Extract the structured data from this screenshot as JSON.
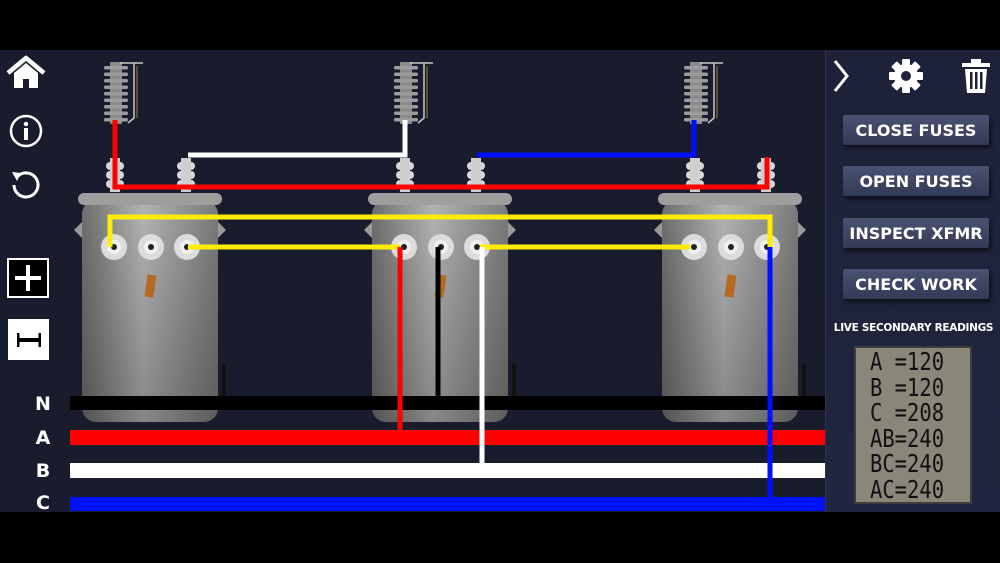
{
  "left_toolbar": {
    "icons": [
      "home-icon",
      "info-icon",
      "reset-icon",
      "zoom-in-icon",
      "zoom-out-icon"
    ]
  },
  "bus_labels": [
    "N",
    "A",
    "B",
    "C"
  ],
  "panel": {
    "icons": [
      "chevron-right-icon",
      "gear-icon",
      "trash-icon"
    ],
    "buttons": [
      "CLOSE FUSES",
      "OPEN FUSES",
      "INSPECT XFMR",
      "CHECK WORK"
    ],
    "readings_label": "LIVE SECONDARY READINGS",
    "readings": [
      "A =120",
      "B =120",
      "C =208",
      "AB=240",
      "BC=240",
      "AC=240"
    ]
  },
  "colors": {
    "bg": "#181c2d",
    "phase_a": "#ff0000",
    "phase_b": "#ffffff",
    "phase_c": "#0010ff",
    "neutral": "#000000",
    "jumper": "#ffee00",
    "lcd": "#8b867a"
  }
}
